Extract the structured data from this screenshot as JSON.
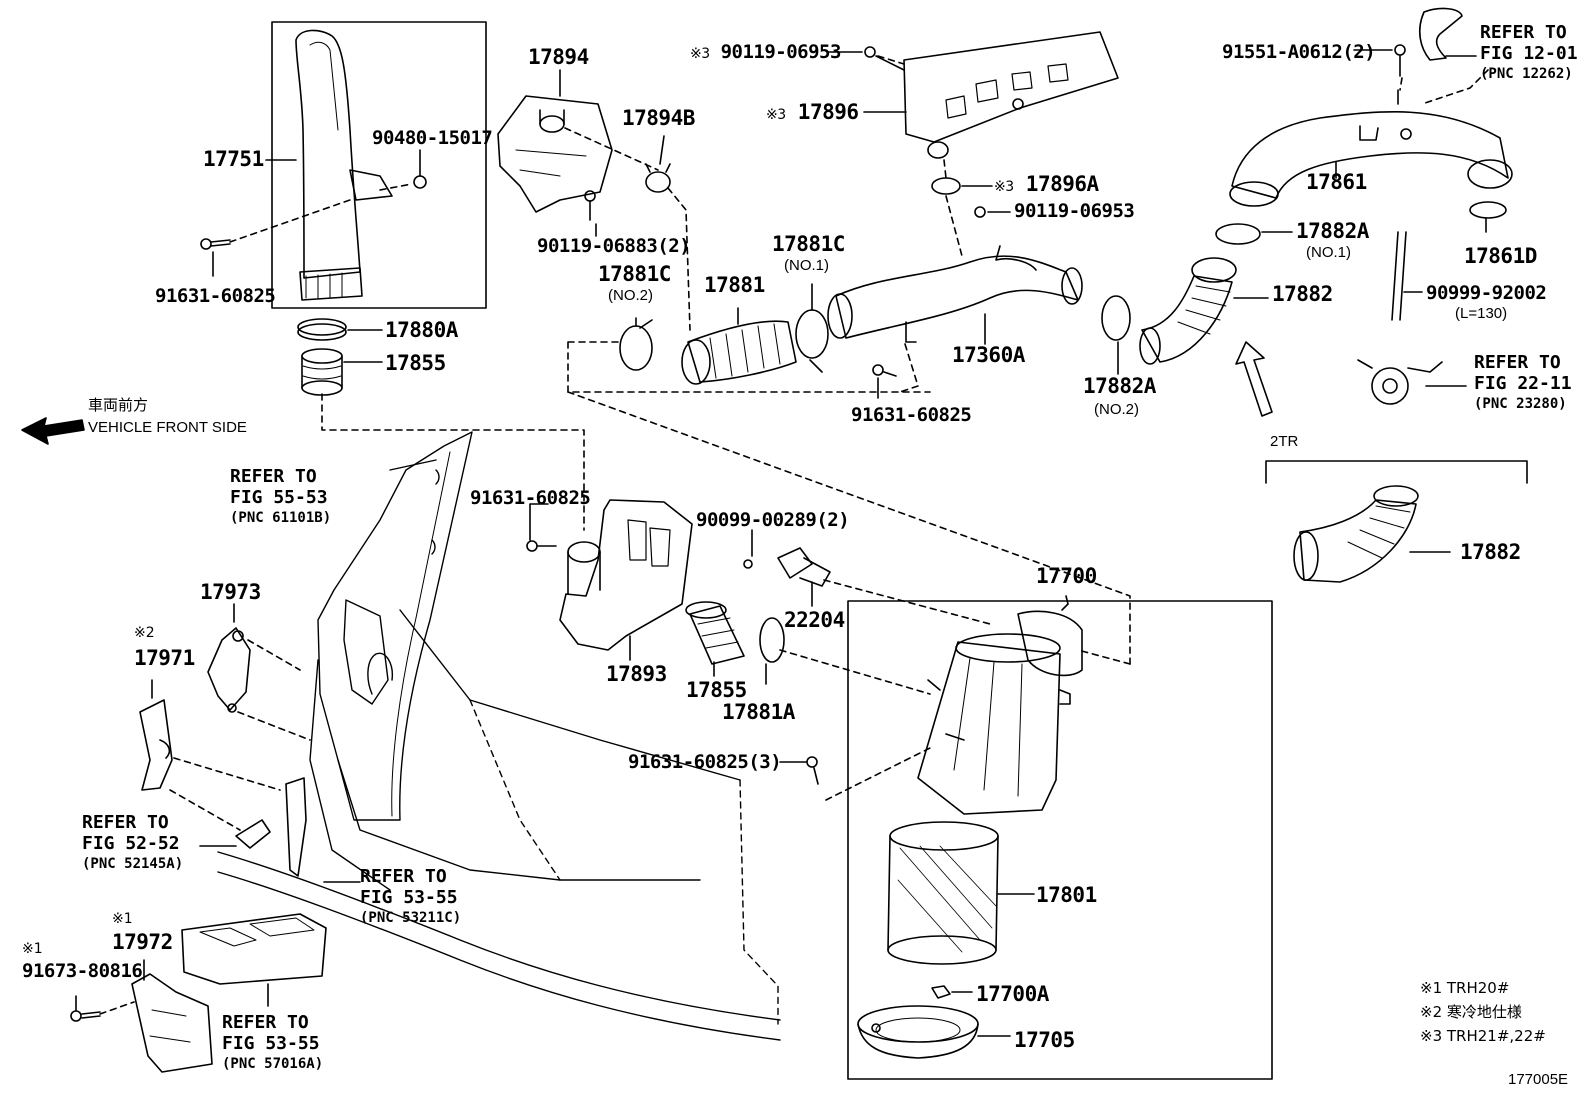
{
  "parts": {
    "p17751": "17751",
    "p90480_15017": "90480-15017",
    "p91631_60825_a": "91631-60825",
    "p17880A": "17880A",
    "p17855_a": "17855",
    "p17894": "17894",
    "p17894B": "17894B",
    "p90119_06883": "90119-06883(2)",
    "p90119_06953_a": "90119-06953",
    "p17896": "17896",
    "p17896A": "17896A",
    "p90119_06953_b": "90119-06953",
    "p17881C_no1": "17881C",
    "no1_a": "(NO.1)",
    "p17881C_no2": "17881C",
    "no2_a": "(NO.2)",
    "p17881": "17881",
    "p17360A": "17360A",
    "p91631_60825_b": "91631-60825",
    "p17882A_no2": "17882A",
    "no2_b": "(NO.2)",
    "p91551": "91551-A0612(2)",
    "p17861": "17861",
    "p17882A_no1": "17882A",
    "no1_b": "(NO.1)",
    "p17882_a": "17882",
    "p17861D": "17861D",
    "p90999": "90999-92002",
    "l130": "(L=130)",
    "tr2": "2TR",
    "p17882_b": "17882",
    "p91631_60825_c": "91631-60825",
    "p90099": "90099-00289(2)",
    "p22204": "22204",
    "p17700": "17700",
    "p17893": "17893",
    "p17855_b": "17855",
    "p17881A": "17881A",
    "p91631_60825_3": "91631-60825(3)",
    "p17973": "17973",
    "p17971": "17971",
    "p17972": "17972",
    "p91673": "91673-80816",
    "p17801": "17801",
    "p17700A": "17700A",
    "p17705": "17705"
  },
  "marks": {
    "m1": "※1",
    "m2": "※2",
    "m3": "※3"
  },
  "refs": {
    "fig12_01": {
      "l1": "REFER TO",
      "l2": "FIG 12-01",
      "l3": "(PNC 12262)"
    },
    "fig22_11": {
      "l1": "REFER TO",
      "l2": "FIG 22-11",
      "l3": "(PNC 23280)"
    },
    "fig55_53": {
      "l1": "REFER TO",
      "l2": "FIG 55-53",
      "l3": "(PNC 61101B)"
    },
    "fig52_52": {
      "l1": "REFER TO",
      "l2": "FIG 52-52",
      "l3": "(PNC 52145A)"
    },
    "fig53_55a": {
      "l1": "REFER TO",
      "l2": "FIG 53-55",
      "l3": "(PNC 53211C)"
    },
    "fig53_55b": {
      "l1": "REFER TO",
      "l2": "FIG 53-55",
      "l3": "(PNC 57016A)"
    }
  },
  "direction": {
    "jp": "車両前方",
    "en": "VEHICLE FRONT SIDE"
  },
  "notes": {
    "n1": "※1 TRH20#",
    "n2": "※2 寒冷地仕様",
    "n3": "※3 TRH21#,22#"
  },
  "figure_code": "177005E"
}
